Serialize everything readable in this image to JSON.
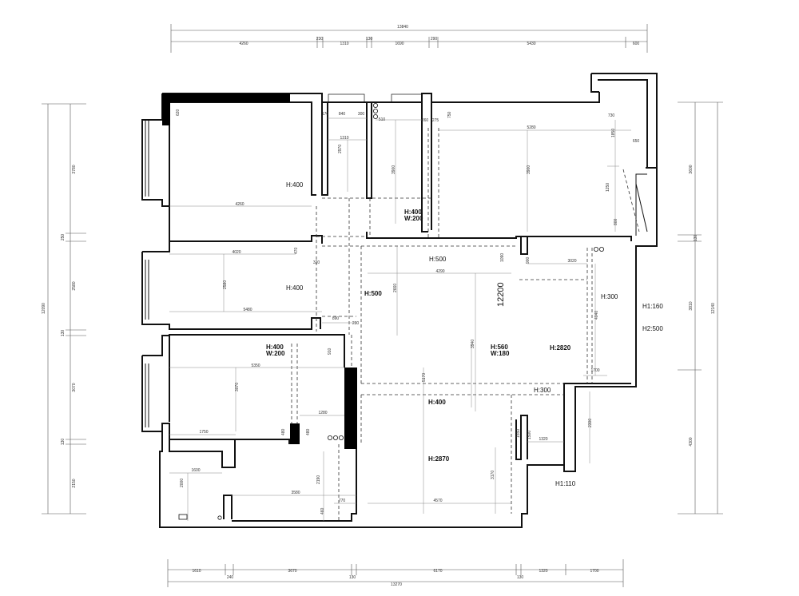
{
  "dimensions": {
    "top_total": "13840",
    "top_segments": [
      "4260",
      "230",
      "1310",
      "130",
      "1690",
      "290",
      "5430",
      "600"
    ],
    "bottom_total": "13270",
    "bottom_segments": [
      "1610",
      "240",
      "3670",
      "130",
      "6170",
      "130",
      "1320",
      "1700"
    ],
    "left_total": "12090",
    "left_segments": [
      "3780",
      "250",
      "2580",
      "130",
      "3070",
      "130",
      "2150"
    ],
    "right_total": "12140",
    "right_segments": [
      "3600",
      "130",
      "3810",
      "4300"
    ]
  },
  "room_labels": {
    "h400_a": "H:400",
    "h400_b": "H:400",
    "h400_w200_top_h": "H:400",
    "h400_w200_top_w": "W:200",
    "h500_a": "H:500",
    "h500_b": "H:500",
    "h400_w200_mid_h": "H:400",
    "h400_w200_mid_w": "W:200",
    "h560": "H:560",
    "w180": "W:180",
    "h2820": "H:2820",
    "h300_a": "H:300",
    "h300_b": "H:300",
    "h1_160": "H1:160",
    "h2_500": "H2:500",
    "h400_c": "H:400",
    "h2870": "H:2870",
    "h1_110": "H1:110",
    "height_12200": "12200"
  },
  "inner_dims": {
    "d620": "620",
    "d4260": "4260",
    "d170": "170",
    "d840": "840",
    "d300": "300",
    "d1310": "1310",
    "d2970": "2970",
    "d510": "510",
    "d3900a": "3900",
    "d260": "260",
    "d275": "275",
    "d750": "750",
    "d730": "730",
    "d5280": "5280",
    "d1850": "1850",
    "d650": "650",
    "d3900b": "3900",
    "d1250": "1250",
    "d800": "800",
    "d4020": "4020",
    "d470": "470",
    "d320": "320",
    "d2580": "2580",
    "d5480": "5480",
    "d890": "890",
    "d230": "230",
    "d2660": "2660",
    "d4290": "4290",
    "d1090": "1090",
    "d900": "900",
    "d3020": "3020",
    "d4040": "4040",
    "d1700": "1700",
    "d5350": "5350",
    "d3070": "3070",
    "d910": "910",
    "d3940": "3940",
    "d5170": "5170",
    "d1280": "1280",
    "d480a": "480",
    "d480b": "480",
    "d1750": "1750",
    "d2300": "2300",
    "d1320": "1320",
    "d1500": "1500",
    "d1550": "1550",
    "d1600": "1600",
    "d2000": "2000",
    "d2190": "2190",
    "d3580": "3580",
    "d770": "770",
    "d460": "460",
    "d4570": "4570",
    "d3170": "3170"
  }
}
